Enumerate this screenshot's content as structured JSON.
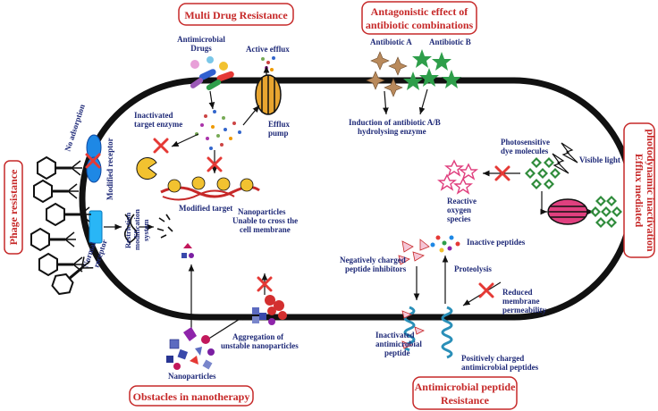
{
  "titles": {
    "mdr": "Multi Drug Resistance",
    "antagonistic_1": "Antagonistic effect of",
    "antagonistic_2": "antibiotic combinations",
    "phage": "Phage resistance",
    "efflux_1": "Efflux mediated",
    "efflux_2": "photodynamic inactivation",
    "nano": "Obstacles in nanotherapy",
    "amp_1": "Antimicrobial peptide",
    "amp_2": "Resistance"
  },
  "labels": {
    "antimicrobial_drugs_1": "Antimicrobial",
    "antimicrobial_drugs_2": "Drugs",
    "active_efflux": "Active efflux",
    "efflux_pump_1": "Efflux",
    "efflux_pump_2": "pump",
    "inactivated_enzyme_1": "Inactivated",
    "inactivated_enzyme_2": "target enzyme",
    "modified_target": "Modified target",
    "antibiotic_a": "Antibiotic A",
    "antibiotic_b": "Antibiotic B",
    "induction_1": "Induction of antibiotic A/B",
    "induction_2": "hydrolysing enzyme",
    "photosensitive_1": "Photosensitive",
    "photosensitive_2": "dye molecules",
    "visible_light": "Visible light",
    "ros_1": "Reactive",
    "ros_2": "oxygen",
    "ros_3": "species",
    "no_adsorption": "No adsorption",
    "modified_receptor": "Modified receptor",
    "normal_receptor_1": "Normal",
    "normal_receptor_2": "receptor",
    "restriction_1": "Restriction",
    "restriction_2": "modification",
    "restriction_3": "system",
    "nano_unable_1": "Nanoparticles",
    "nano_unable_2": "Unable to cross the",
    "nano_unable_3": "cell membrane",
    "aggregation_1": "Aggregation of",
    "aggregation_2": "unstable nanoparticles",
    "nanoparticles": "Nanoparticles",
    "inactive_peptides": "Inactive peptides",
    "neg_charged_1": "Negatively charged",
    "neg_charged_2": "peptide inhibitors",
    "proteolysis": "Proteolysis",
    "reduced_perm_1": "Reduced",
    "reduced_perm_2": "membrane",
    "reduced_perm_3": "permeability",
    "inactivated_amp_1": "Inactivated",
    "inactivated_amp_2": "antimicrobial",
    "inactivated_amp_3": "peptide",
    "pos_charged_1": "Positively charged",
    "pos_charged_2": "antimicrobial peptides"
  },
  "colors": {
    "title_text": "#c62828",
    "label_text": "#1f2a78",
    "membrane": "#111111",
    "block_cross": "#e53935",
    "star_green": "#2e9e4a",
    "star_brown": "#b98a5c",
    "pump": "#e8a530",
    "target": "#f2c230",
    "receptor": "#1e88e5",
    "aggregate": "#d32f2f",
    "peptide": "#2a8fb8",
    "diamond_green": "#2e8b3a",
    "ros_pink": "#e0407f"
  },
  "icons": [
    "cross-icon",
    "star-icon",
    "pill-icon",
    "efflux-pump-icon",
    "phage-icon",
    "receptor-icon",
    "dna-icon",
    "nanoparticle-icon",
    "peptide-helix-icon",
    "lightning-icon",
    "diamond-icon",
    "ros-star-icon"
  ]
}
